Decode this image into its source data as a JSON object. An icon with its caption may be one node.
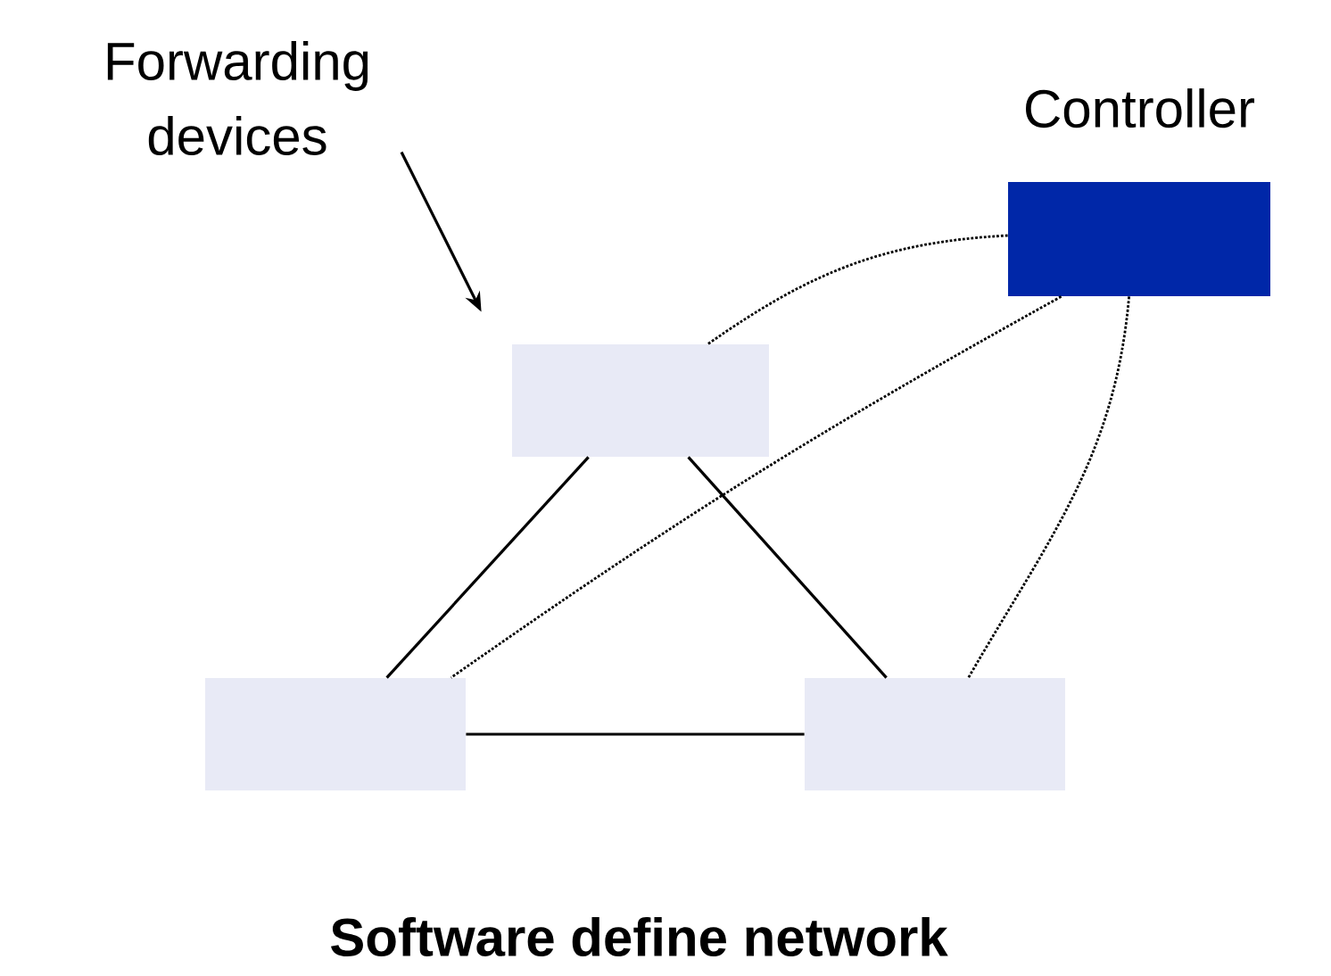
{
  "diagram": {
    "caption": "Software define network",
    "nodes": [
      {
        "text": [
          "Forwarding devices"
        ]
      },
      {
        "text": [],
        "shape": "box"
      },
      {
        "text": [
          "Controller"
        ]
      },
      {
        "text": [],
        "shape": "box"
      },
      {
        "text": [],
        "shape": "box"
      }
    ],
    "edges": [
      {
        "from": 0,
        "to": 1,
        "arrow": "to"
      },
      {
        "from": 1,
        "to": 3,
        "arrow": "none"
      },
      {
        "from": 1,
        "to": 4,
        "arrow": "none"
      },
      {
        "from": 3,
        "to": 4,
        "arrow": "none"
      },
      {
        "from": 2,
        "to": 1,
        "arrow": "none",
        "style": "dashed"
      },
      {
        "from": 2,
        "to": 3,
        "arrow": "none",
        "style": "dashed"
      },
      {
        "from": 2,
        "to": 4,
        "arrow": "none",
        "style": "dashed"
      }
    ]
  }
}
